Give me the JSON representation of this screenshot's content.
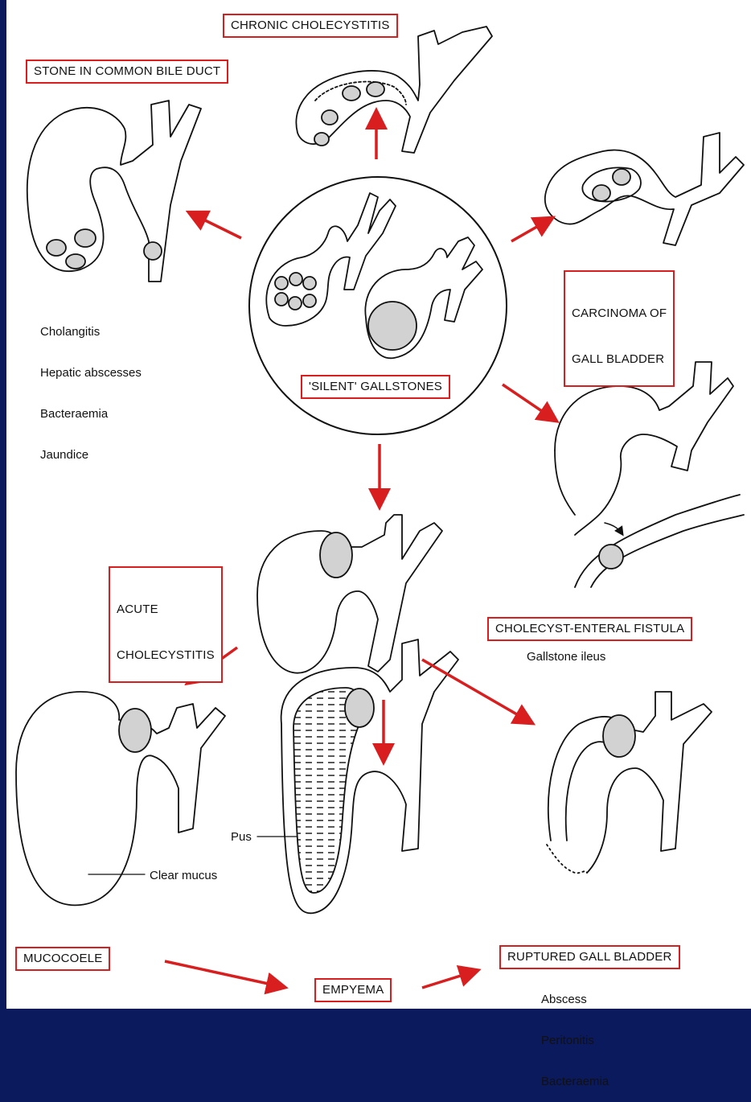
{
  "colors": {
    "frame": "#0b1a5c",
    "paper": "#ffffff",
    "arrow": "#d81e1e",
    "ink": "#111111",
    "stone": "#d2d2d2"
  },
  "nodes": {
    "silent": {
      "label": "'SILENT' GALLSTONES"
    },
    "chronic": {
      "label": "CHRONIC CHOLECYSTITIS"
    },
    "cbd": {
      "label": "STONE IN COMMON BILE DUCT",
      "notes": [
        "Cholangitis",
        "Hepatic abscesses",
        "Bacteraemia",
        "Jaundice"
      ]
    },
    "carcinoma": {
      "label_line1": "CARCINOMA OF",
      "label_line2": "GALL BLADDER"
    },
    "fistula": {
      "label": "CHOLECYST-ENTERAL FISTULA",
      "note": "Gallstone ileus"
    },
    "acute": {
      "label_line1": "ACUTE",
      "label_line2": "CHOLECYSTITIS"
    },
    "mucocoele": {
      "label": "MUCOCOELE",
      "annotation": "Clear mucus"
    },
    "empyema": {
      "label": "EMPYEMA",
      "annotation": "Pus"
    },
    "ruptured": {
      "label": "RUPTURED GALL BLADDER",
      "notes": [
        "Abscess",
        "Peritonitis",
        "Bacteraemia"
      ]
    }
  },
  "edges": [
    {
      "from": "silent",
      "to": "chronic"
    },
    {
      "from": "silent",
      "to": "cbd"
    },
    {
      "from": "silent",
      "to": "carcinoma"
    },
    {
      "from": "silent",
      "to": "fistula"
    },
    {
      "from": "silent",
      "to": "acute"
    },
    {
      "from": "acute",
      "to": "mucocoele"
    },
    {
      "from": "acute",
      "to": "empyema"
    },
    {
      "from": "acute",
      "to": "ruptured"
    },
    {
      "from": "mucocoele",
      "to": "empyema"
    },
    {
      "from": "empyema",
      "to": "ruptured"
    }
  ],
  "icons": {
    "gallbladder": "gallbladder-icon",
    "stone": "gallstone-icon",
    "arrow": "red-arrow-icon"
  }
}
